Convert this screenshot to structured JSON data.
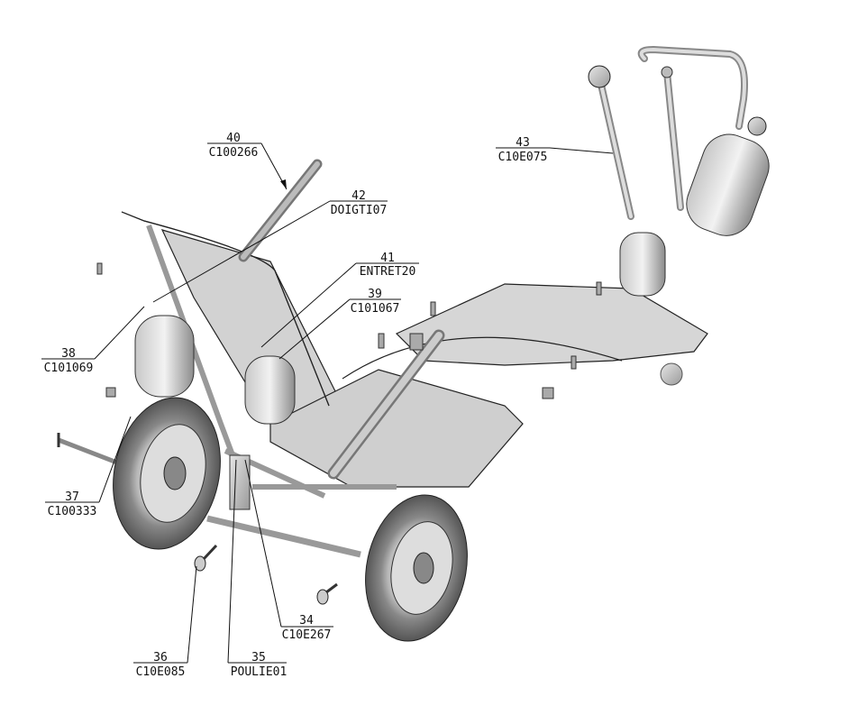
{
  "callouts": [
    {
      "number": "40",
      "code": "C100266"
    },
    {
      "number": "42",
      "code": "DOIGTI07"
    },
    {
      "number": "41",
      "code": "ENTRET20"
    },
    {
      "number": "39",
      "code": "C101067"
    },
    {
      "number": "43",
      "code": "C10E075"
    },
    {
      "number": "38",
      "code": "C101069"
    },
    {
      "number": "37",
      "code": "C100333"
    },
    {
      "number": "36",
      "code": "C10E085"
    },
    {
      "number": "35",
      "code": "POULIE01"
    },
    {
      "number": "34",
      "code": "C10E267"
    }
  ]
}
